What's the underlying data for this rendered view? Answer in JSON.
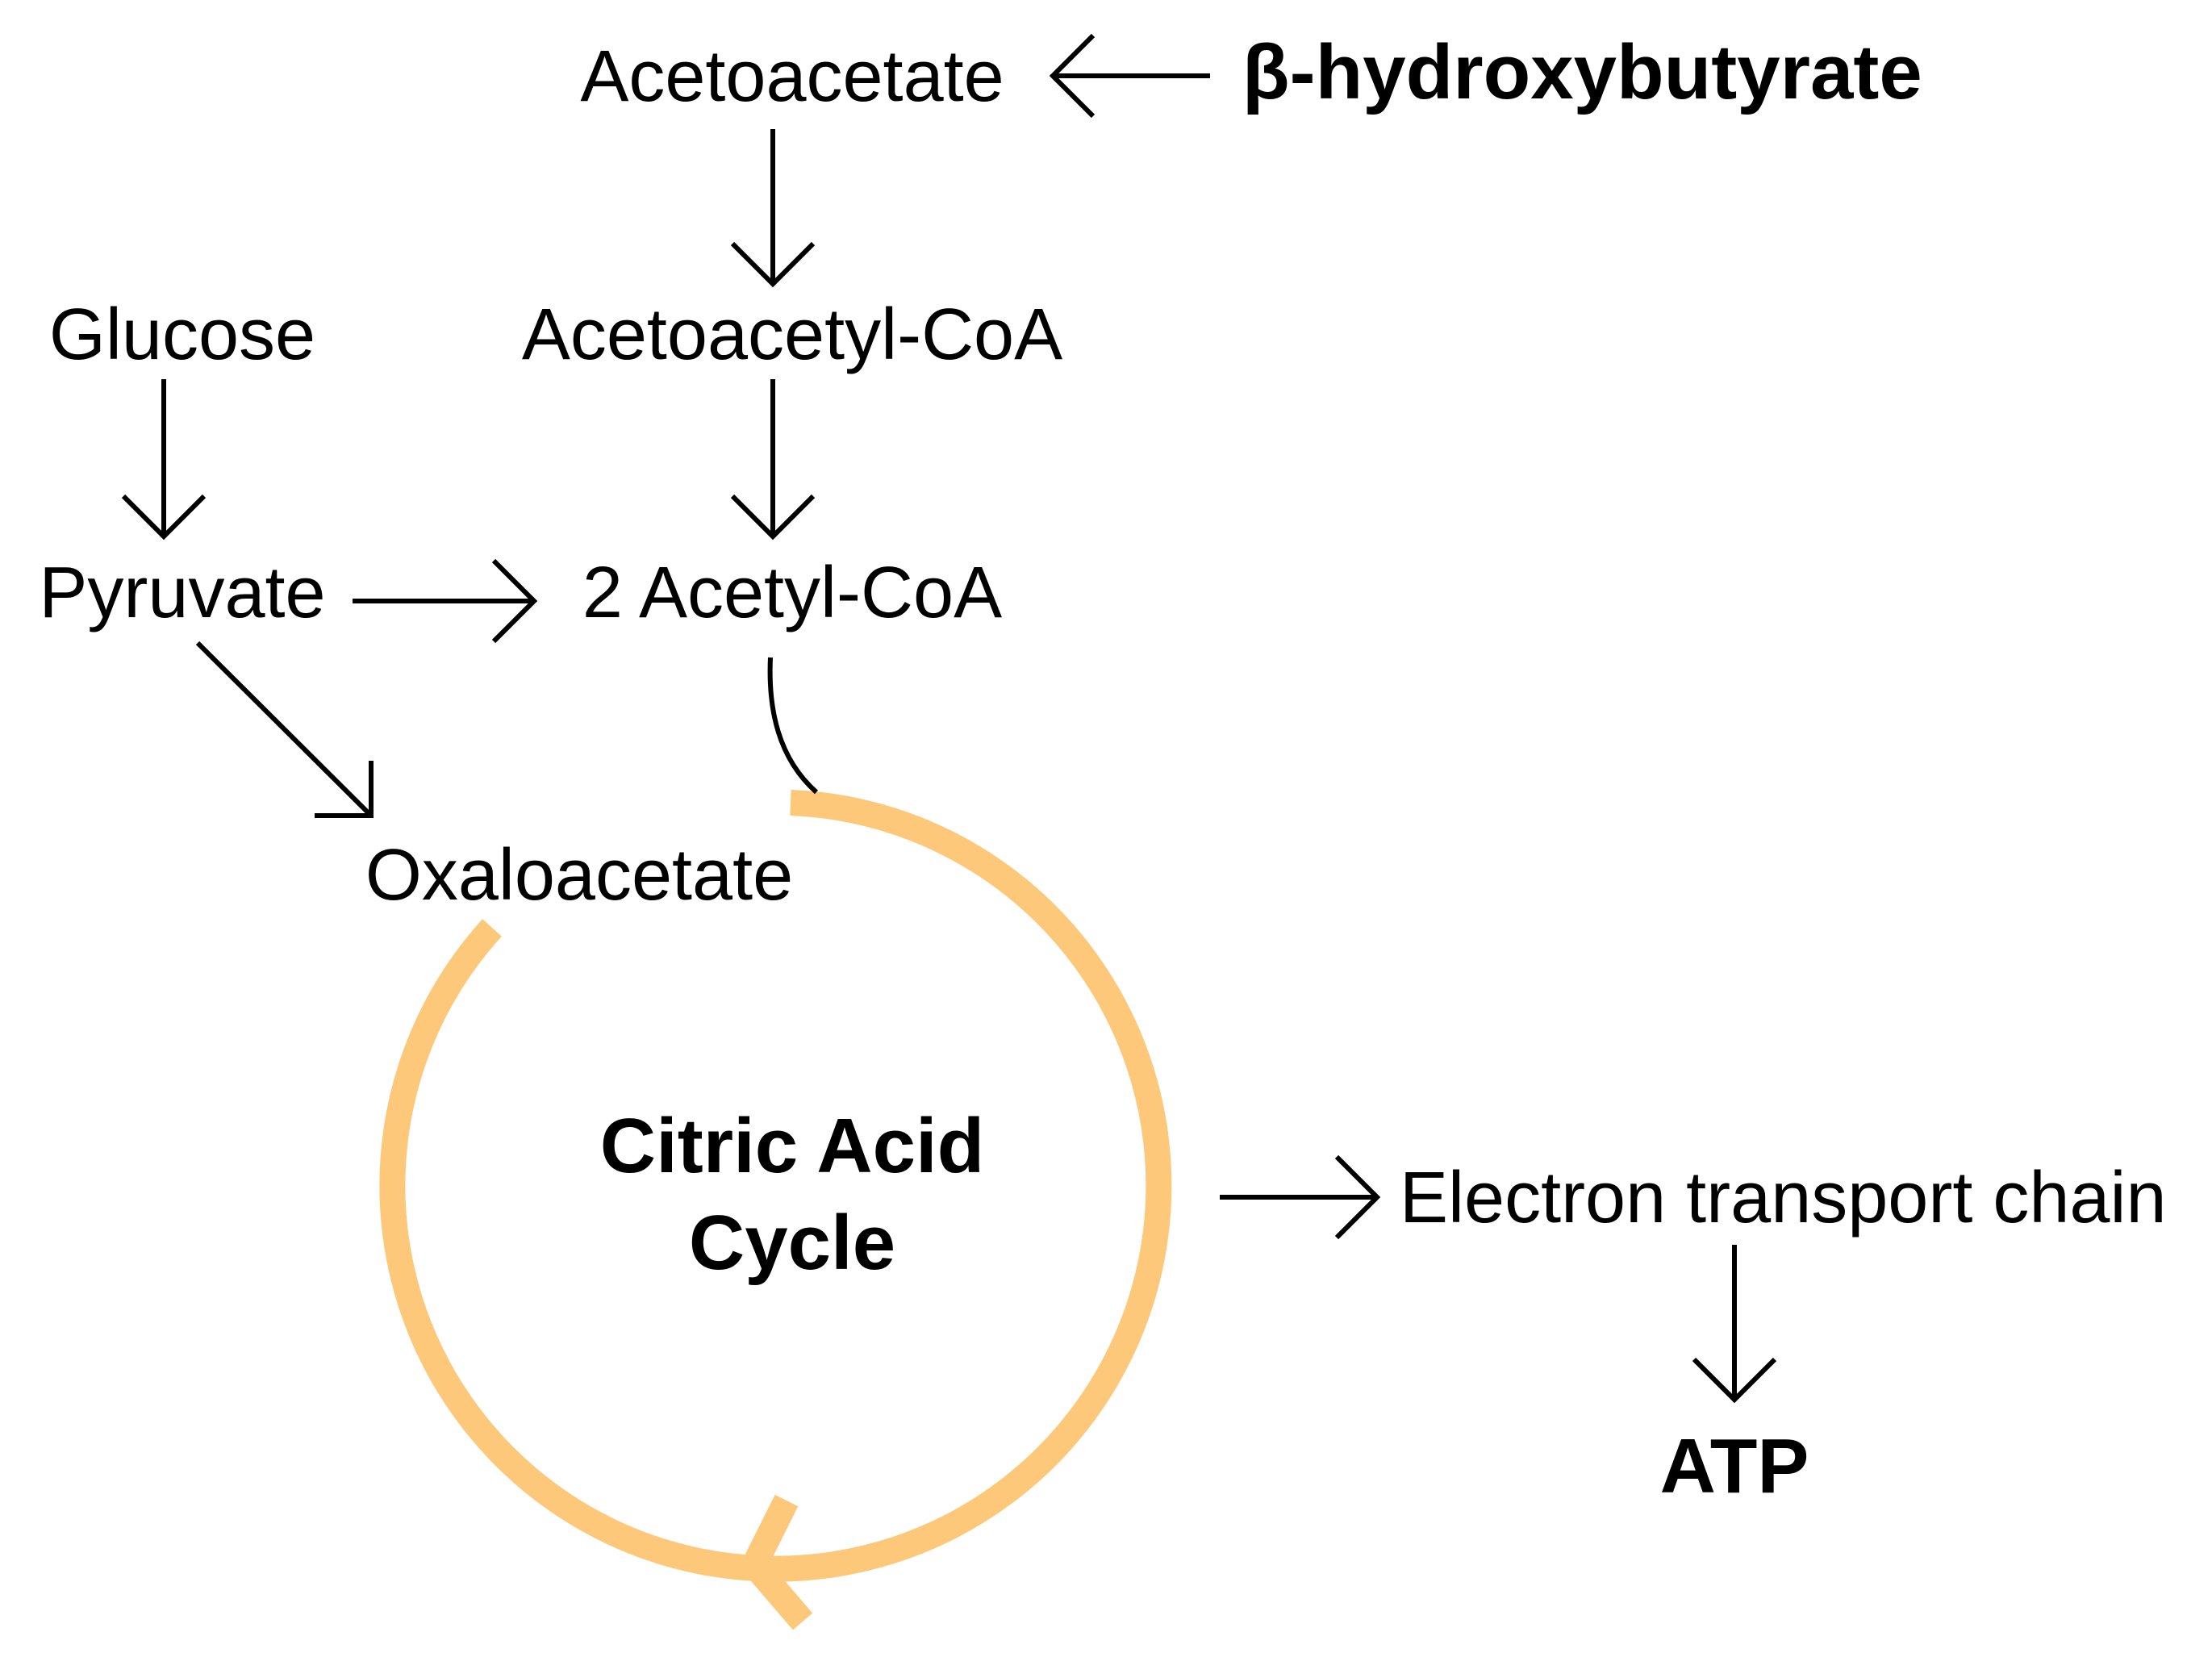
{
  "nodes": {
    "beta_hydroxybutyrate": "β-hydroxybutyrate",
    "acetoacetate": "Acetoacetate",
    "acetoacetyl_coa": "Acetoacetyl-CoA",
    "glucose": "Glucose",
    "pyruvate": "Pyruvate",
    "acetyl_coa": "2 Acetyl-CoA",
    "oxaloacetate": "Oxaloacetate",
    "citric_acid_cycle_line1": "Citric Acid",
    "citric_acid_cycle_line2": "Cycle",
    "electron_transport_chain": "Electron transport chain",
    "atp": "ATP"
  },
  "colors": {
    "cycle": "#FDC879",
    "arrows": "#000000",
    "text": "#000000",
    "background": "#FFFFFF"
  }
}
